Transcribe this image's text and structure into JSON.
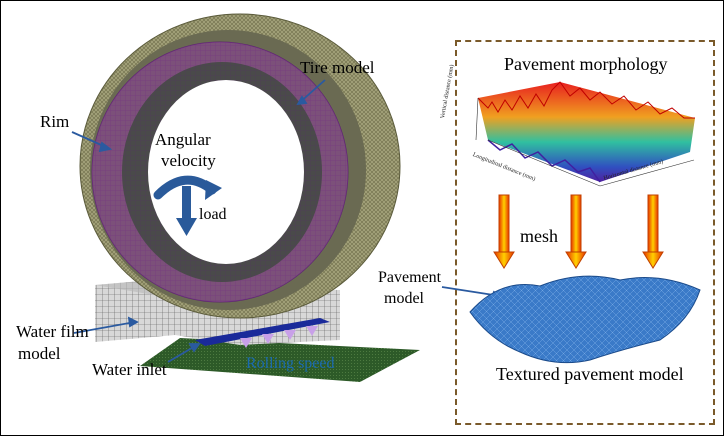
{
  "labels": {
    "tire_model": "Tire model",
    "rim": "Rim",
    "angular_velocity_1": "Angular",
    "angular_velocity_2": "velocity",
    "load": "load",
    "water_film_1": "Water film",
    "water_film_2": "model",
    "water_inlet": "Water inlet",
    "rolling_speed": "Rolling speed",
    "pavement_model_1": "Pavement",
    "pavement_model_2": "model",
    "pavement_morphology": "Pavement morphology",
    "mesh": "mesh",
    "textured_pavement_model": "Textured pavement model"
  },
  "plot_axes": {
    "vertical": "Vertical distance (mm)",
    "longitudinal": "Longitudinal distance (mm)",
    "horizontal": "Horizontal distance (mm)"
  },
  "colors": {
    "tire_rim": "#8a3a9a",
    "tire_tread": "#9a9a6a",
    "ground": "#2f5a2a",
    "rolling_text": "#1a6ab0",
    "arrow_blue": "#2a5a9a",
    "mesh_arrow": "#e8a000",
    "pavement_blue": "#3a7ac8"
  }
}
